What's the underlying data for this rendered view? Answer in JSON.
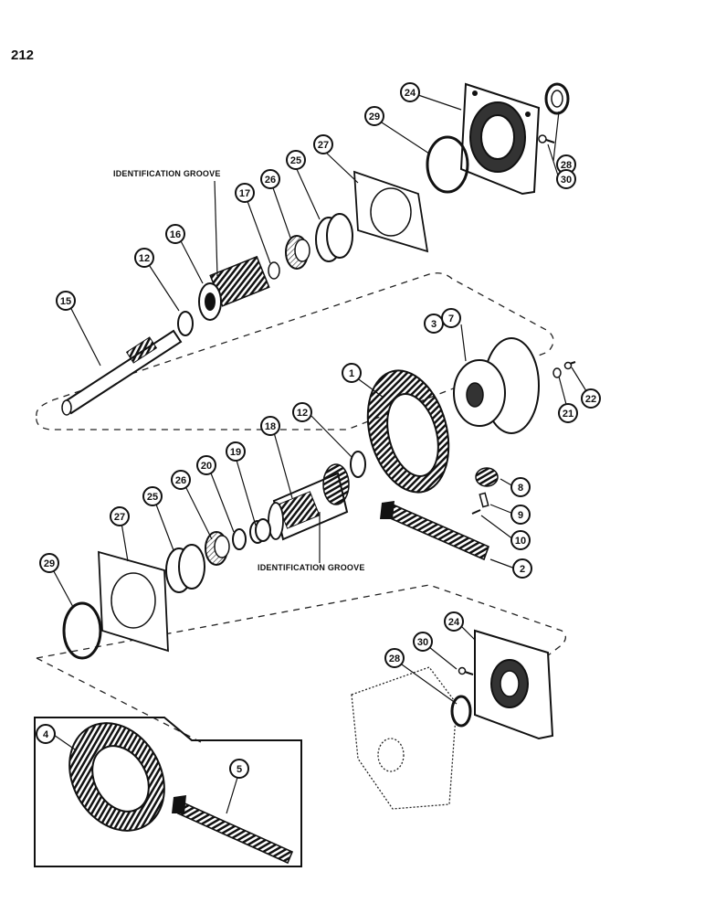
{
  "page": {
    "number": "212"
  },
  "annotations": {
    "identification_groove_upper": "IDENTIFICATION GROOVE",
    "identification_groove_lower": "IDENTIFICATION GROOVE"
  },
  "callouts": [
    {
      "id": "c24a",
      "text": "24"
    },
    {
      "id": "c29a",
      "text": "29"
    },
    {
      "id": "c28a",
      "text": "28"
    },
    {
      "id": "c30a",
      "text": "30"
    },
    {
      "id": "c27a",
      "text": "27"
    },
    {
      "id": "c26a",
      "text": "26"
    },
    {
      "id": "c25a",
      "text": "25"
    },
    {
      "id": "c17",
      "text": "17"
    },
    {
      "id": "c16",
      "text": "16"
    },
    {
      "id": "c12a",
      "text": "12"
    },
    {
      "id": "c15",
      "text": "15"
    },
    {
      "id": "c3",
      "text": "3"
    },
    {
      "id": "c7",
      "text": "7"
    },
    {
      "id": "c1",
      "text": "1"
    },
    {
      "id": "c21",
      "text": "21"
    },
    {
      "id": "c22",
      "text": "22"
    },
    {
      "id": "c18",
      "text": "18"
    },
    {
      "id": "c12b",
      "text": "12"
    },
    {
      "id": "c19",
      "text": "19"
    },
    {
      "id": "c20",
      "text": "20"
    },
    {
      "id": "c26b",
      "text": "26"
    },
    {
      "id": "c25b",
      "text": "25"
    },
    {
      "id": "c27b",
      "text": "27"
    },
    {
      "id": "c8",
      "text": "8"
    },
    {
      "id": "c9",
      "text": "9"
    },
    {
      "id": "c10",
      "text": "10"
    },
    {
      "id": "c2",
      "text": "2"
    },
    {
      "id": "c29b",
      "text": "29"
    },
    {
      "id": "c24b",
      "text": "24"
    },
    {
      "id": "c30b",
      "text": "30"
    },
    {
      "id": "c28b",
      "text": "28"
    },
    {
      "id": "c4",
      "text": "4"
    },
    {
      "id": "c5",
      "text": "5"
    }
  ]
}
